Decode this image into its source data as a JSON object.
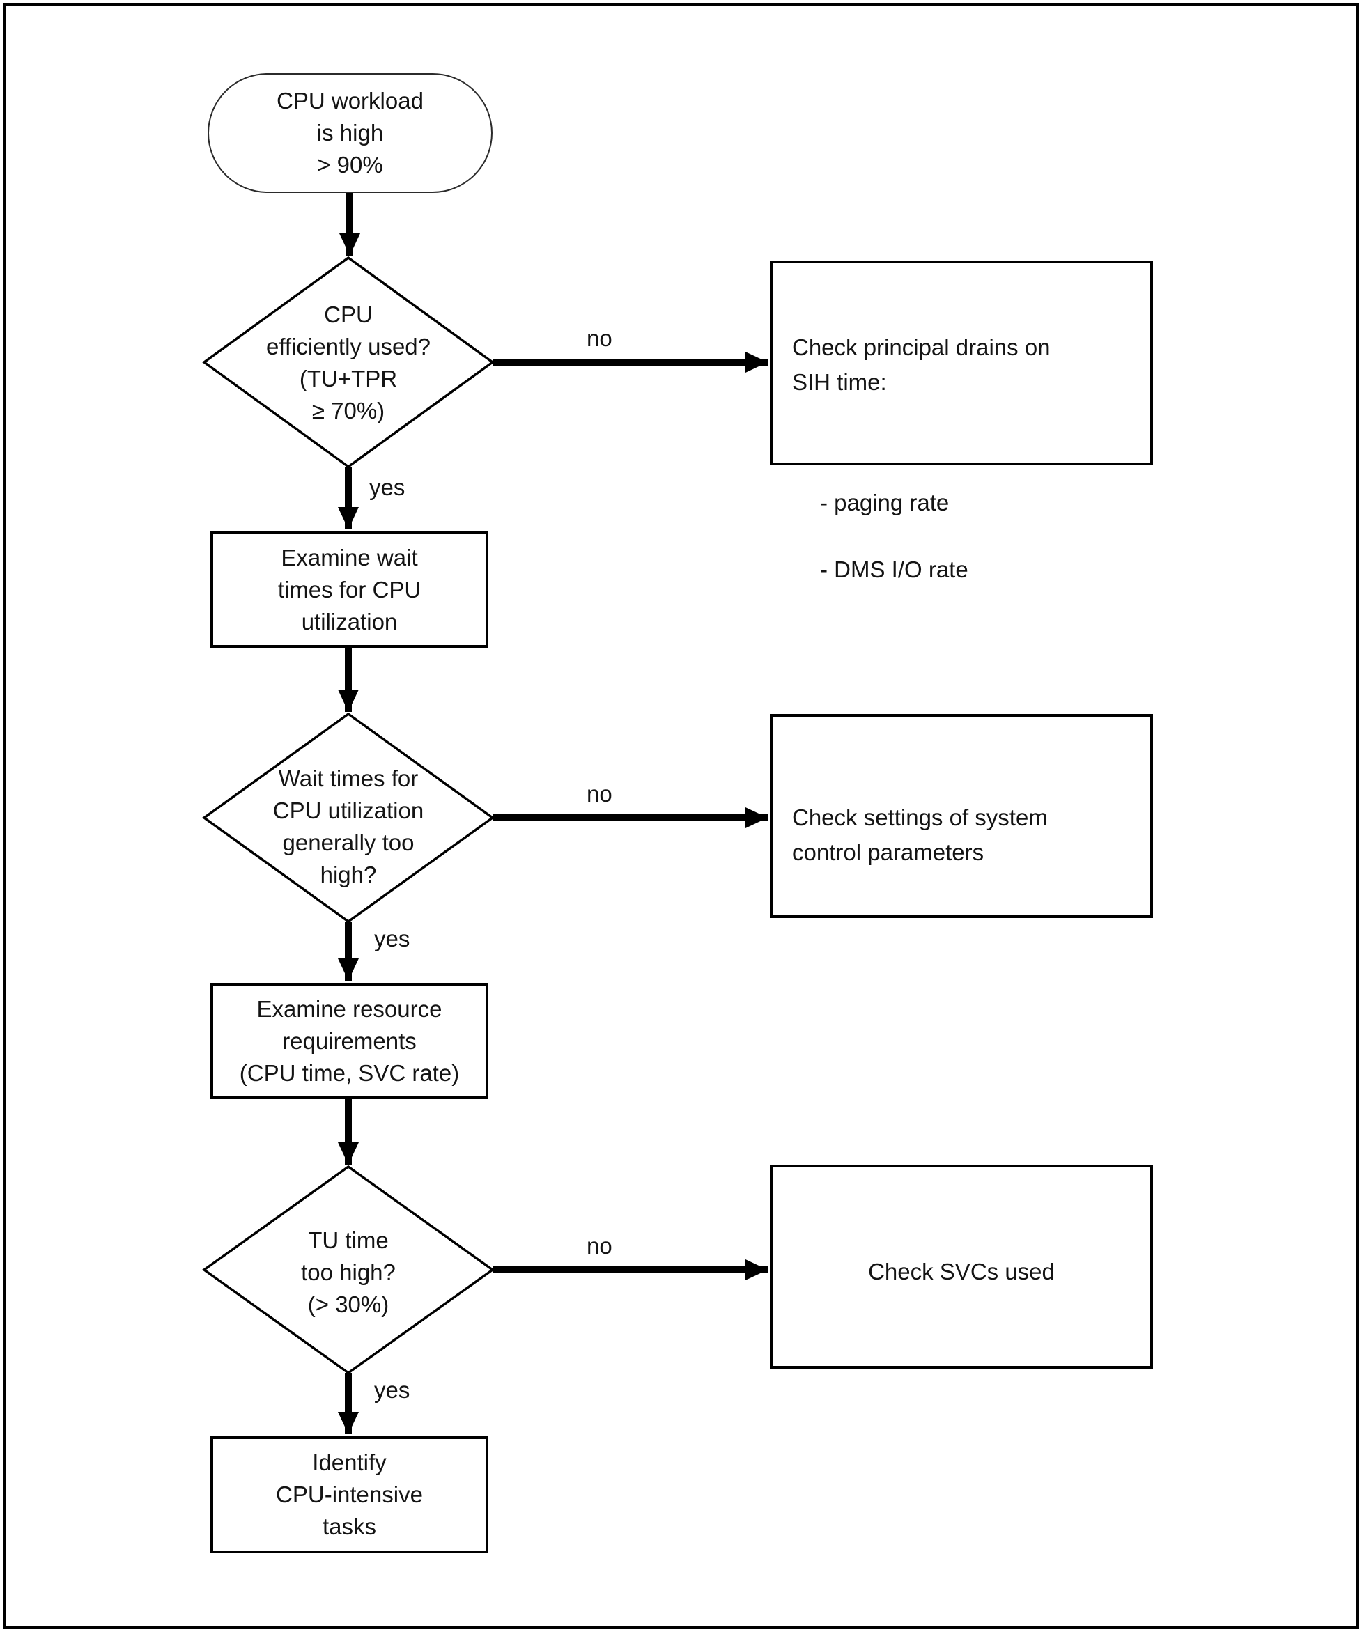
{
  "page": {
    "background": "#ffffff",
    "frame_color": "#000000"
  },
  "flow": {
    "colors": {
      "line": "#000000",
      "text": "#141414",
      "node_fill": "#ffffff"
    },
    "start": {
      "label": "CPU workload\nis high\n> 90%"
    },
    "decisions": [
      {
        "label": "CPU\nefficiently used?\n(TU+TPR\n≥ 70%)",
        "yes_label": "yes",
        "no_label": "no"
      },
      {
        "label": "Wait times for\nCPU utilization\ngenerally too\nhigh?",
        "yes_label": "yes",
        "no_label": "no"
      },
      {
        "label": "TU time\ntoo high?\n(> 30%)",
        "yes_label": "yes",
        "no_label": "no"
      }
    ],
    "processes": [
      {
        "label": "Examine wait\ntimes for CPU\nutilization"
      },
      {
        "label": "Examine resource\nrequirements\n(CPU time, SVC rate)"
      },
      {
        "label": "Identify\nCPU-intensive\ntasks"
      }
    ],
    "actions": [
      {
        "heading": "Check principal drains on\nSIH time:",
        "items": [
          "- paging rate",
          "- DMS I/O rate"
        ]
      },
      {
        "label": "Check settings of system\ncontrol parameters"
      },
      {
        "label": "Check SVCs used"
      }
    ]
  }
}
